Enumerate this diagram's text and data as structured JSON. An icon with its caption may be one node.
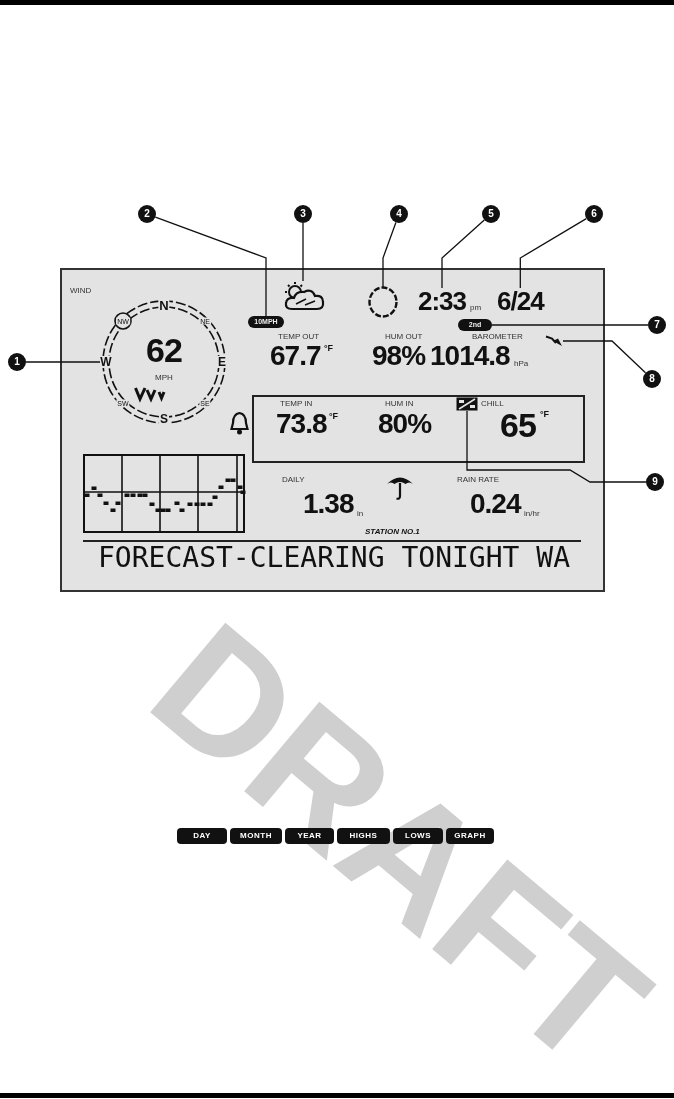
{
  "diagram": {
    "nodes": [
      {
        "text": [
          "2"
        ]
      },
      {
        "text": [
          "3"
        ]
      },
      {
        "text": [
          "4"
        ]
      },
      {
        "text": [
          "5"
        ]
      },
      {
        "text": [
          "6"
        ]
      },
      {
        "text": [
          "7"
        ]
      },
      {
        "text": [
          "1"
        ]
      },
      {
        "text": [
          "8"
        ]
      },
      {
        "text": [
          "9"
        ]
      },
      {
        "text": [
          "WIND",
          "TEMP OUT",
          "67.7",
          "°F",
          "HUM OUT",
          "98%",
          "BAROMETER",
          "1014.8",
          "hPa",
          "DAILY",
          "1.38",
          "in",
          "RAIN RATE",
          "0.24",
          "in/hr",
          "STATION NO.1",
          "FORECAST-CLEARING TONIGHT WA"
        ]
      },
      {
        "text": [
          "N",
          "NW",
          "NE",
          "62",
          "W",
          "E",
          "MPH",
          "SW",
          "SE",
          "S"
        ],
        "in": 9
      },
      {
        "text": [
          "10MPH"
        ],
        "in": 9
      },
      {
        "text": [],
        "shape": "cloud",
        "in": 9
      },
      {
        "text": [],
        "shape": "circle",
        "in": 9
      },
      {
        "text": [
          "2:33"
        ],
        "beside": [
          "pm"
        ],
        "in": 9
      },
      {
        "text": [
          "6/24"
        ],
        "in": 9
      },
      {
        "text": [
          "2nd"
        ],
        "in": 9
      },
      {
        "text": [],
        "shape": "arrow",
        "in": 9
      },
      {
        "text": [
          "TEMP IN",
          "73.8",
          "°F",
          "HUM IN",
          "80%",
          "CHILL",
          "65",
          "°F"
        ],
        "in": 9
      },
      {
        "text": [],
        "shape": "picture",
        "in": 18
      },
      {
        "text": [
          "DAY"
        ]
      },
      {
        "text": [
          "MONTH"
        ]
      },
      {
        "text": [
          "YEAR"
        ]
      },
      {
        "text": [
          "HIGHS"
        ]
      },
      {
        "text": [
          "LOWS"
        ]
      },
      {
        "text": [
          "GRAPH"
        ]
      }
    ],
    "edges": [
      {
        "from": 6,
        "to": 10,
        "arrow": "none"
      },
      {
        "from": 0,
        "to": 11,
        "arrow": "none"
      },
      {
        "from": 1,
        "to": 12,
        "arrow": "none"
      },
      {
        "from": 2,
        "to": 13,
        "arrow": "none"
      },
      {
        "from": 3,
        "to": 14,
        "arrow": "none"
      },
      {
        "from": 4,
        "to": 15,
        "arrow": "none"
      },
      {
        "from": 5,
        "to": 16,
        "arrow": "none"
      },
      {
        "from": 7,
        "to": 17,
        "arrow": "none"
      },
      {
        "from": 8,
        "to": 19,
        "arrow": "none"
      }
    ],
    "labels": [
      "DRAFT"
    ]
  }
}
